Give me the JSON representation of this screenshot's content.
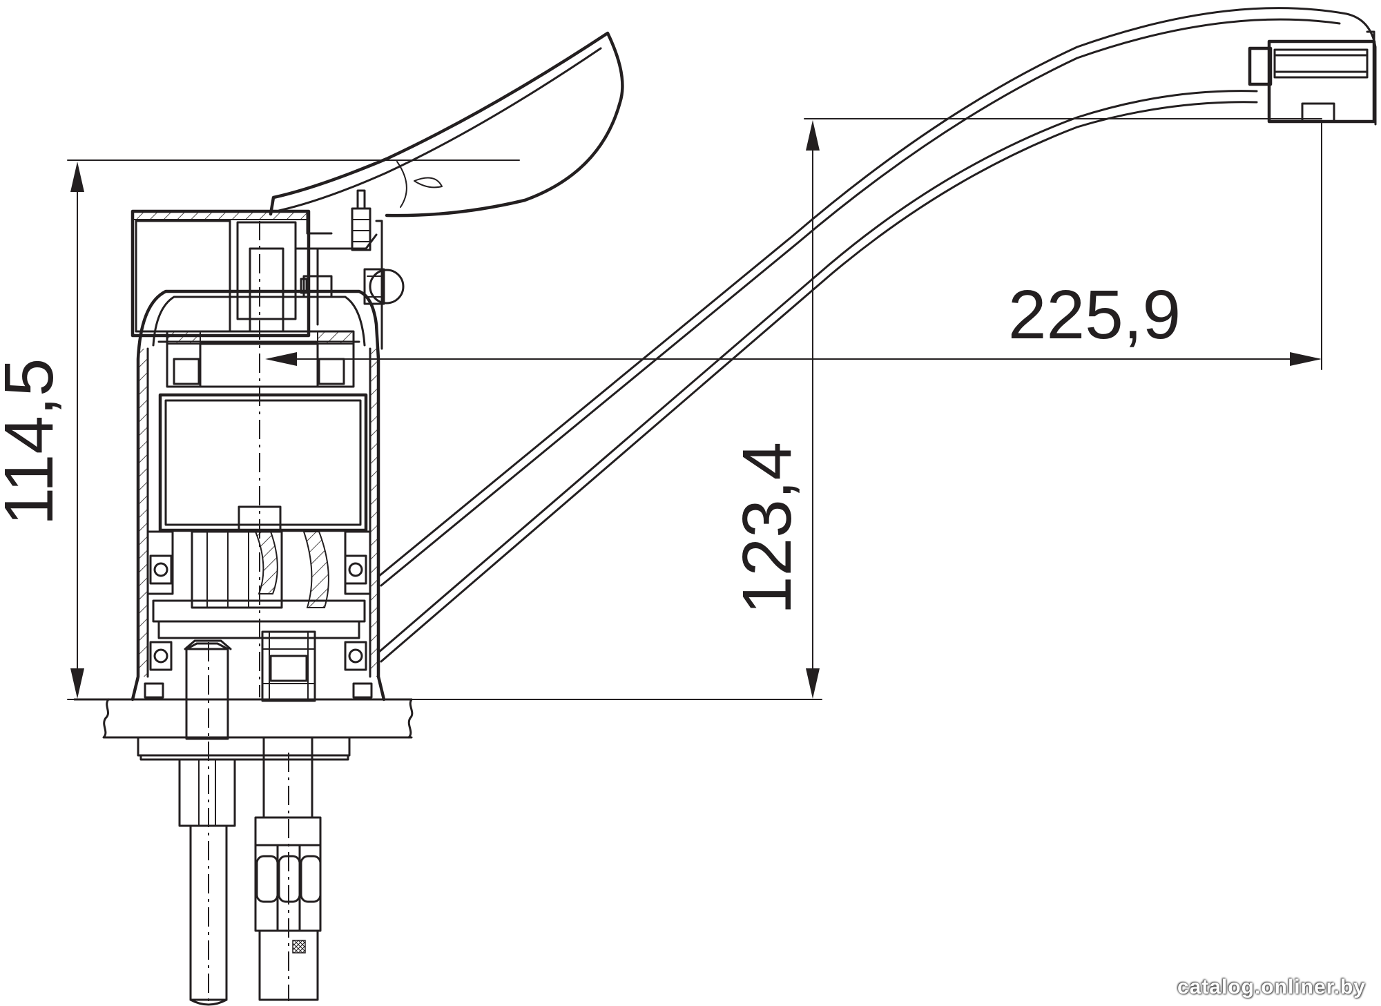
{
  "diagram": {
    "dimensions": {
      "overall_height": "114,5",
      "spout_reach": "225,9",
      "spout_height": "123,4"
    }
  },
  "watermark": "catalog.onliner.by",
  "colors": {
    "line": "#231f20",
    "background": "#ffffff"
  }
}
